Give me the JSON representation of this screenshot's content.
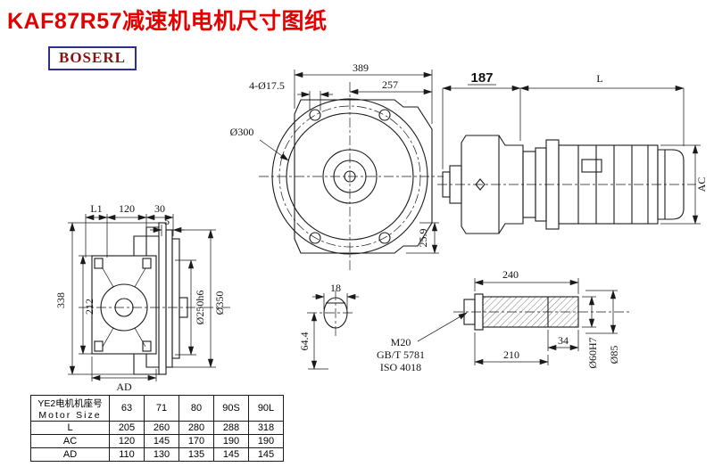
{
  "title": "KAF87R57减速机电机尺寸图纸",
  "logo": "BOSERL",
  "front_view": {
    "dim_total_width": "389",
    "dim_inner_width": "257",
    "dim_bolt_holes": "4-Ø17.5",
    "dim_flange_dia": "Ø300",
    "dim_offset": "25.9",
    "dim_key_width": "18",
    "dim_key_depth": "64.4"
  },
  "side_view": {
    "dim_l1": "L1",
    "dim_120": "120",
    "dim_30": "30",
    "dim_5": "5",
    "dim_height": "338",
    "dim_body_height": "212",
    "dim_ad": "AD",
    "dim_spigot_dia": "Ø250h6",
    "dim_flange_dia": "Ø350"
  },
  "motor_view": {
    "dim_gearbox_len": "187",
    "dim_motor_len": "L",
    "dim_motor_dia": "AC"
  },
  "shaft_view": {
    "dim_total_len": "240",
    "dim_key_len": "34",
    "dim_shaft_len": "210",
    "dim_bore": "Ø60H7",
    "dim_hub_dia": "Ø85",
    "thread": "M20",
    "standard_gb": "GB/T 5781",
    "standard_iso": "ISO 4018"
  },
  "table": {
    "header_line1": "YE2电机机座号",
    "header_line2": "Motor Size",
    "sizes": [
      "63",
      "71",
      "80",
      "90S",
      "90L"
    ],
    "rows": [
      {
        "label": "L",
        "values": [
          "205",
          "260",
          "280",
          "288",
          "318"
        ]
      },
      {
        "label": "AC",
        "values": [
          "120",
          "145",
          "170",
          "190",
          "190"
        ]
      },
      {
        "label": "AD",
        "values": [
          "110",
          "130",
          "135",
          "145",
          "145"
        ]
      }
    ]
  },
  "colors": {
    "title": "#e50000",
    "logo_text": "#8b1212",
    "logo_border": "#2e2e8e",
    "line": "#1a1a1a"
  }
}
